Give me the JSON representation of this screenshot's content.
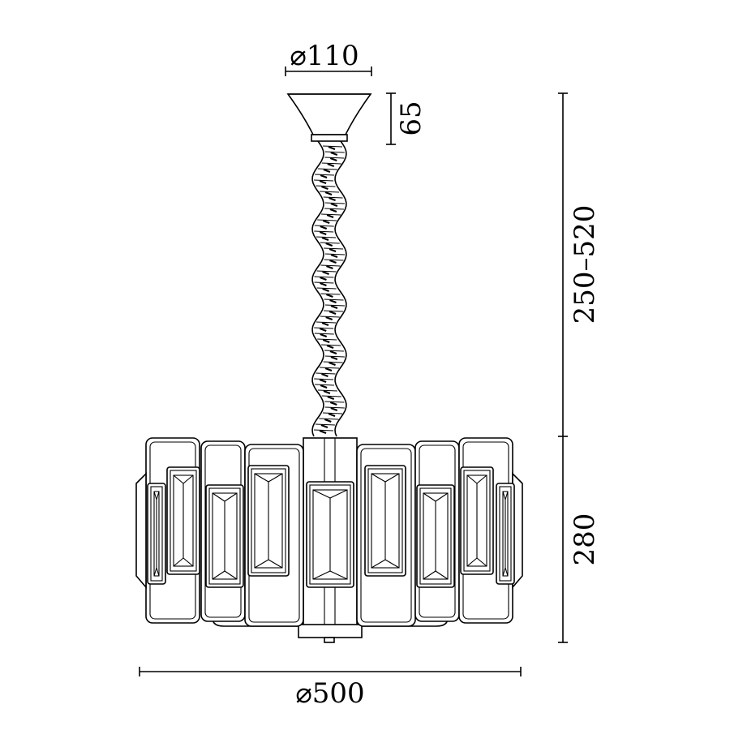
{
  "dimensions": {
    "canopy_diameter": "⌀110",
    "canopy_height": "65",
    "suspension_length": "250–520",
    "body_height": "280",
    "body_diameter": "⌀500"
  }
}
